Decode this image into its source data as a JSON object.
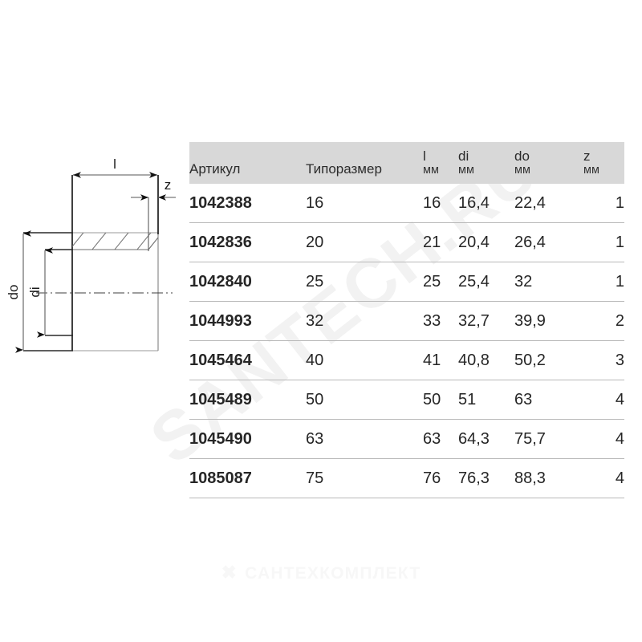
{
  "watermarks": {
    "diagonal": "SANTECH.RU",
    "bottom_mark": "✖",
    "bottom_text": "САНТЕХКОМПЛЕКТ"
  },
  "drawing": {
    "name": "pipe-fitting-cross-section",
    "labels": {
      "length": "l",
      "z": "z",
      "outer_diameter": "do",
      "inner_diameter": "di"
    }
  },
  "table": {
    "headers": {
      "article": "Артикул",
      "size": "Типоразмер",
      "l_symbol": "l",
      "l_unit": "мм",
      "di_symbol": "di",
      "di_unit": "мм",
      "do_symbol": "do",
      "do_unit": "мм",
      "z_symbol": "z",
      "z_unit": "мм"
    },
    "rows": [
      {
        "article": "1042388",
        "size": "16",
        "l": "16",
        "di": "16,4",
        "do": "22,4",
        "z": "1"
      },
      {
        "article": "1042836",
        "size": "20",
        "l": "21",
        "di": "20,4",
        "do": "26,4",
        "z": "1"
      },
      {
        "article": "1042840",
        "size": "25",
        "l": "25",
        "di": "25,4",
        "do": "32",
        "z": "1"
      },
      {
        "article": "1044993",
        "size": "32",
        "l": "33",
        "di": "32,7",
        "do": "39,9",
        "z": "2"
      },
      {
        "article": "1045464",
        "size": "40",
        "l": "41",
        "di": "40,8",
        "do": "50,2",
        "z": "3"
      },
      {
        "article": "1045489",
        "size": "50",
        "l": "50",
        "di": "51",
        "do": "63",
        "z": "4"
      },
      {
        "article": "1045490",
        "size": "63",
        "l": "63",
        "di": "64,3",
        "do": "75,7",
        "z": "4"
      },
      {
        "article": "1085087",
        "size": "75",
        "l": "76",
        "di": "76,3",
        "do": "88,3",
        "z": "4"
      }
    ]
  },
  "colors": {
    "header_background": "#d8d8d8",
    "rule": "#b9b9b9",
    "text": "#262626",
    "drawing_line": "#1a1a1a",
    "drawing_thin": "#888888"
  }
}
